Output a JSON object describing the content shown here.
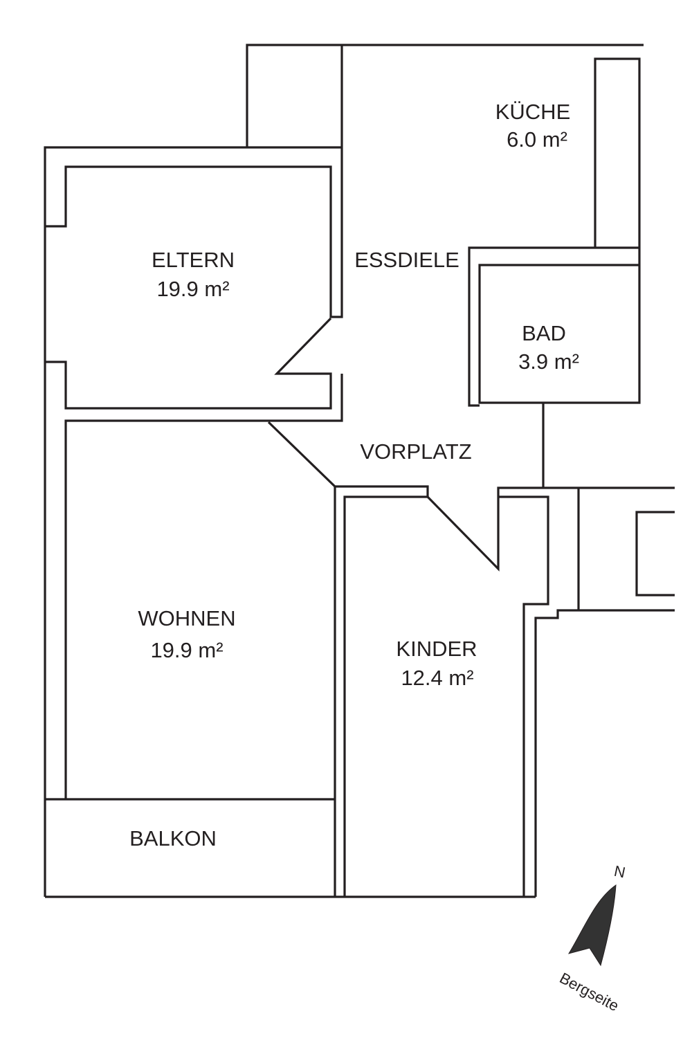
{
  "rooms": {
    "kueche": {
      "name": "KÜCHE",
      "area": "6.0 m²"
    },
    "eltern": {
      "name": "ELTERN",
      "area": "19.9 m²"
    },
    "essdiele": {
      "name": "ESSDIELE"
    },
    "bad": {
      "name": "BAD",
      "area": "3.9 m²"
    },
    "vorplatz": {
      "name": "VORPLATZ"
    },
    "wohnen": {
      "name": "WOHNEN",
      "area": "19.9 m²"
    },
    "kinder": {
      "name": "KINDER",
      "area": "12.4 m²"
    },
    "balkon": {
      "name": "BALKON"
    }
  },
  "compass": {
    "north": "N",
    "side_label": "Bergseite"
  },
  "colors": {
    "wall": "#231f20",
    "compass": "#333333"
  }
}
